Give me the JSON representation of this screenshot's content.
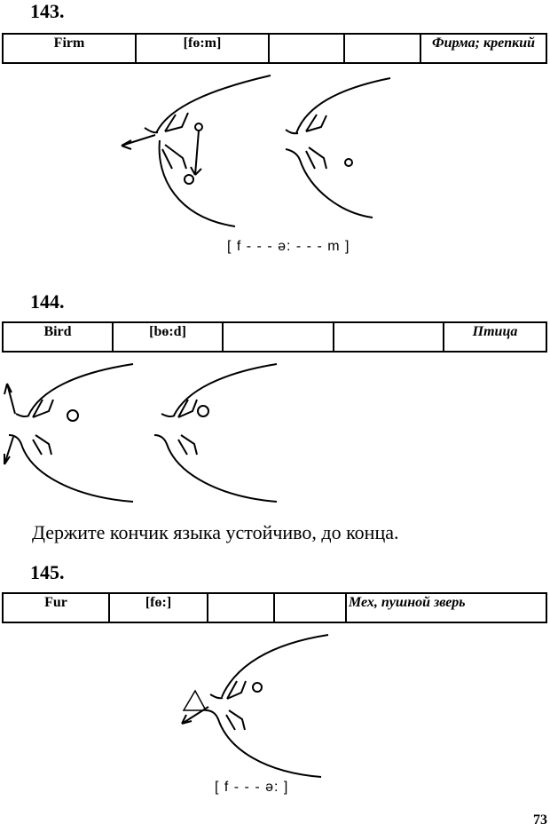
{
  "exercises": [
    {
      "number": "143.",
      "word": "Firm",
      "transcription": "[fɵ:m]",
      "col3": "",
      "col4": "",
      "translation": "Фирма; крепкий",
      "label": "[ f - - - ə: - - - m ]"
    },
    {
      "number": "144.",
      "word": "Bird",
      "transcription": "[bɵ:d]",
      "col3": "",
      "col4": "",
      "translation": "Птица",
      "note": "Держите кончик языка устойчиво, до конца."
    },
    {
      "number": "145.",
      "word": "Fur",
      "transcription": "[fɵ:]",
      "col3": "",
      "col4": "",
      "translation": "Мех, пушной зверь",
      "label": "[ f - - - ə: ]"
    }
  ],
  "page_number": "73"
}
